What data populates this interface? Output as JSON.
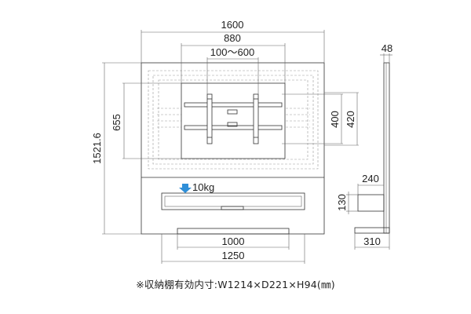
{
  "front_view": {
    "dim_total_width": "1600",
    "dim_vesa_outer": "880",
    "dim_vesa_range": "100～600",
    "dim_bracket_height": "655",
    "dim_total_height": "1521.6",
    "dim_vesa_400": "400",
    "dim_vesa_420": "420",
    "shelf_load": "10kg",
    "dim_base_inner": "1000",
    "dim_base_outer": "1250"
  },
  "side_view": {
    "dim_thickness": "48",
    "dim_shelf_depth": "240",
    "dim_shelf_height": "130",
    "dim_base_depth": "310"
  },
  "footnote": "※収納棚有効内寸:W1214×D221×H94(㎜)",
  "colors": {
    "load_arrow": "#2f8fd8",
    "frame": "#333333"
  }
}
